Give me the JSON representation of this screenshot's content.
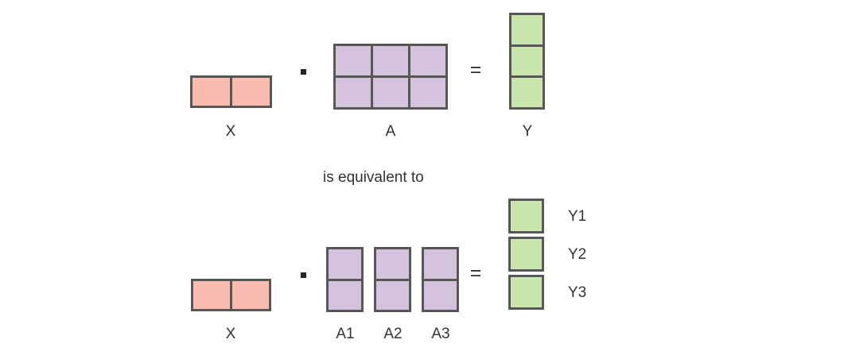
{
  "figure": {
    "title": "",
    "background_color": "#ffffff",
    "border_color": "#575757",
    "text_color": "#333333",
    "colors": {
      "x_fill": "#fbbcb0",
      "a_fill": "#d5c2dc",
      "y_fill": "#c8e6ac"
    },
    "connector_text": "is equivalent to",
    "operators": {
      "dot": "·",
      "equals": "="
    }
  },
  "top_equation": {
    "x_matrix": {
      "label": "X",
      "rows": 1,
      "cols": 2
    },
    "a_matrix": {
      "label": "A",
      "rows": 2,
      "cols": 3
    },
    "y_matrix": {
      "label": "Y",
      "rows": 3,
      "cols": 1
    }
  },
  "bottom_equation": {
    "x_matrix": {
      "label": "X",
      "rows": 1,
      "cols": 2
    },
    "a_blocks": [
      {
        "label": "A1",
        "rows": 2,
        "cols": 1
      },
      {
        "label": "A2",
        "rows": 2,
        "cols": 1
      },
      {
        "label": "A3",
        "rows": 2,
        "cols": 1
      }
    ],
    "y_blocks": [
      {
        "label": "Y1"
      },
      {
        "label": "Y2"
      },
      {
        "label": "Y3"
      }
    ]
  }
}
